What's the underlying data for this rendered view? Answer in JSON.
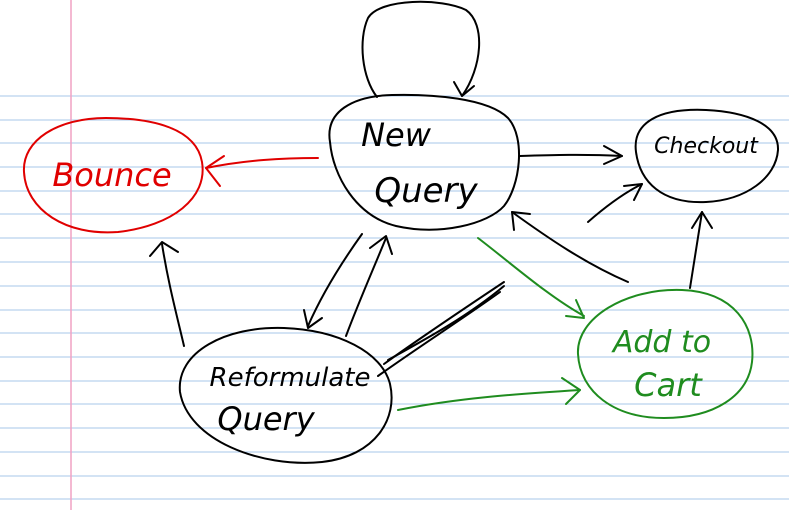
{
  "colors": {
    "ruling": "#a7c7ea",
    "margin": "#f1a2c3",
    "ink": "#000000",
    "bounce": "#e00000",
    "cart": "#1f8c1f"
  },
  "nodes": {
    "new_query": {
      "line1": "New",
      "line2": "Query"
    },
    "bounce": {
      "label": "Bounce"
    },
    "checkout": {
      "label": "Checkout"
    },
    "reformulate": {
      "line1": "Reformulate",
      "line2": "Query"
    },
    "add_to_cart": {
      "line1": "Add to",
      "line2": "Cart"
    }
  }
}
